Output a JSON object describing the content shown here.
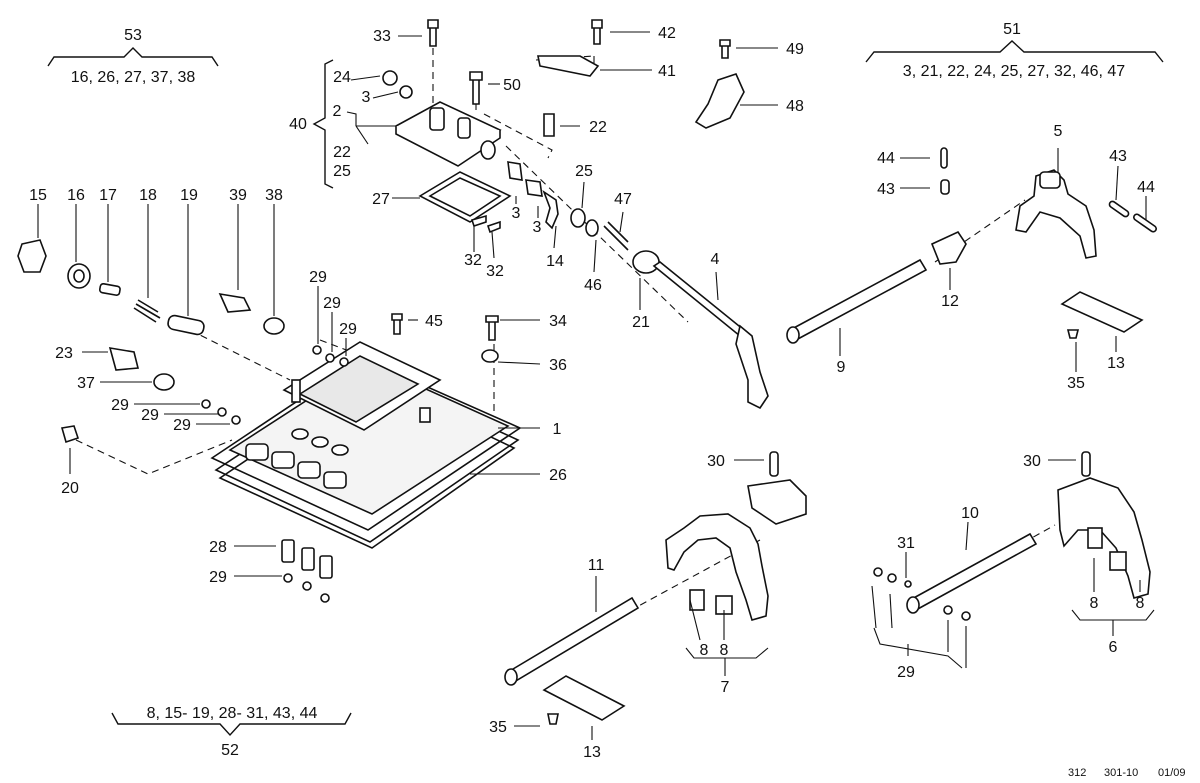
{
  "kits": {
    "k53": {
      "number": "53",
      "contents": "16, 26, 27, 37, 38"
    },
    "k51": {
      "number": "51",
      "contents": "3, 21, 22, 24, 25, 27, 32, 46, 47"
    },
    "k52": {
      "number": "52",
      "contents": "8, 15- 19, 28- 31, 43, 44"
    },
    "k40": {
      "number": "40",
      "items": [
        "24",
        "3",
        "2",
        "22",
        "25"
      ]
    }
  },
  "callouts": {
    "c1": "1",
    "c2": "2",
    "c3a": "3",
    "c3b": "3",
    "c3c": "3",
    "c4": "4",
    "c5": "5",
    "c6": "6",
    "c7": "7",
    "c8a": "8",
    "c8b": "8",
    "c8c": "8",
    "c8d": "8",
    "c9": "9",
    "c10": "10",
    "c11": "11",
    "c12": "12",
    "c13a": "13",
    "c13b": "13",
    "c14": "14",
    "c15": "15",
    "c16": "16",
    "c17": "17",
    "c18": "18",
    "c19": "19",
    "c20": "20",
    "c21": "21",
    "c22": "22",
    "c23": "23",
    "c25": "25",
    "c26": "26",
    "c27": "27",
    "c28": "28",
    "c29a": "29",
    "c29b": "29",
    "c29c": "29",
    "c29d": "29",
    "c29e": "29",
    "c29f": "29",
    "c29g": "29",
    "c29h": "29",
    "c30a": "30",
    "c30b": "30",
    "c31": "31",
    "c32a": "32",
    "c32b": "32",
    "c33": "33",
    "c34": "34",
    "c35a": "35",
    "c35b": "35",
    "c36": "36",
    "c37": "37",
    "c38": "38",
    "c39": "39",
    "c41": "41",
    "c42": "42",
    "c43a": "43",
    "c43b": "43",
    "c44a": "44",
    "c44b": "44",
    "c45": "45",
    "c46": "46",
    "c47": "47",
    "c48": "48",
    "c49": "49",
    "c50": "50"
  },
  "footer": {
    "page": "312",
    "ref": "301-10",
    "date": "01/09"
  }
}
